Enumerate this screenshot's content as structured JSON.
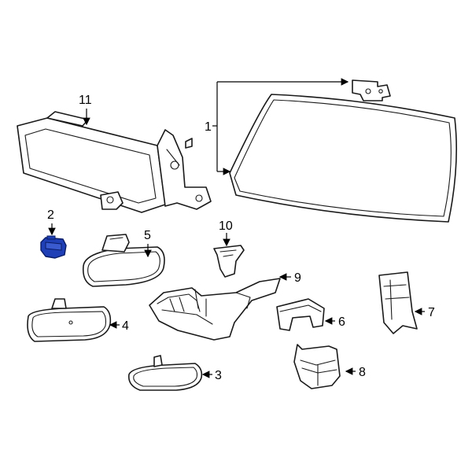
{
  "diagram": {
    "callouts": [
      {
        "id": "1",
        "label": "1"
      },
      {
        "id": "2",
        "label": "2"
      },
      {
        "id": "3",
        "label": "3"
      },
      {
        "id": "4",
        "label": "4"
      },
      {
        "id": "5",
        "label": "5"
      },
      {
        "id": "6",
        "label": "6"
      },
      {
        "id": "7",
        "label": "7"
      },
      {
        "id": "8",
        "label": "8"
      },
      {
        "id": "9",
        "label": "9"
      },
      {
        "id": "10",
        "label": "10"
      },
      {
        "id": "11",
        "label": "11"
      }
    ],
    "highlight_color": "#1e3fb5",
    "line_color": "#1a1a1a"
  }
}
